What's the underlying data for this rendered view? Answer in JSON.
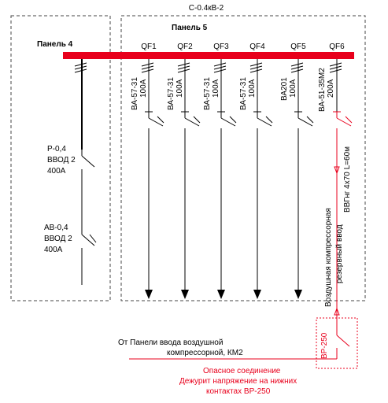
{
  "switchboard_label": "С-0.4кВ-2",
  "panel4": {
    "title": "Панель 4",
    "switch1": {
      "line1": "Р-0,4",
      "line2": "ВВОД 2",
      "line3": "400А"
    },
    "switch2": {
      "line1": "АВ-0,4",
      "line2": "ВВОД 2",
      "line3": "400А"
    }
  },
  "panel5": {
    "title": "Панель 5",
    "breakers": [
      {
        "id": "QF1",
        "type": "ВА-57-31",
        "rating": "100А"
      },
      {
        "id": "QF2",
        "type": "ВА-57-31",
        "rating": "100А"
      },
      {
        "id": "QF3",
        "type": "ВА-57-31",
        "rating": "100А"
      },
      {
        "id": "QF4",
        "type": "ВА-57-31",
        "rating": "100А"
      },
      {
        "id": "QF5",
        "type": "ВА201",
        "rating": "100А"
      },
      {
        "id": "QF6",
        "type": "ВА-51-35М2",
        "rating": "200А"
      }
    ]
  },
  "cable": {
    "purpose_line1": "Воздушная компрессорная",
    "purpose_line2": "резервный ввод",
    "spec": "ВВГнг 4х70 L=60м"
  },
  "vr250": {
    "label": "ВР-250"
  },
  "source": {
    "line1": "От Панели ввода воздушной",
    "line2": "компрессорной, КМ2"
  },
  "warning": {
    "line1": "Опасное соединение",
    "line2": "Дежурит напряжение на нижних",
    "line3": "контактах ВР-250"
  },
  "colors": {
    "busbar": "#e8001c",
    "warning": "#e8001c",
    "lines": "#000000"
  }
}
